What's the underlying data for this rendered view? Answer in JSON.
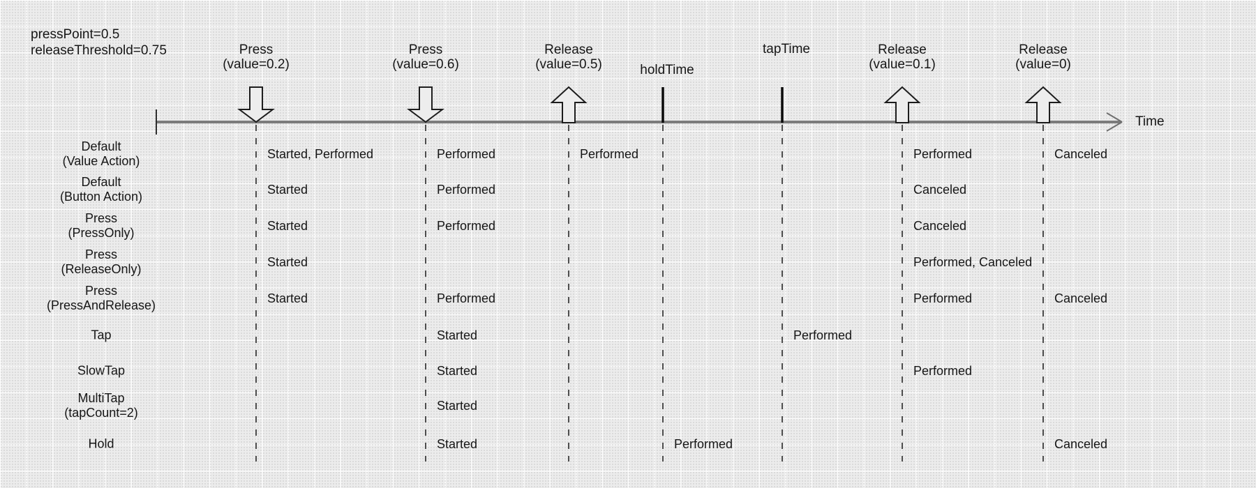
{
  "config": {
    "press_point": "pressPoint=0.5",
    "release_threshold": "releaseThreshold=0.75"
  },
  "time_axis": {
    "label": "Time"
  },
  "markers": [
    {
      "id": "press-0.2",
      "kind": "press-down-arrow",
      "title": "Press",
      "subtitle": "(value=0.2)"
    },
    {
      "id": "press-0.6",
      "kind": "press-down-arrow",
      "title": "Press",
      "subtitle": "(value=0.6)"
    },
    {
      "id": "release-0.5",
      "kind": "release-up-arrow",
      "title": "Release",
      "subtitle": "(value=0.5)"
    },
    {
      "id": "hold-time",
      "kind": "time-tick",
      "title": "holdTime",
      "subtitle": ""
    },
    {
      "id": "tap-time",
      "kind": "time-tick",
      "title": "tapTime",
      "subtitle": ""
    },
    {
      "id": "release-0.1",
      "kind": "release-up-arrow",
      "title": "Release",
      "subtitle": "(value=0.1)"
    },
    {
      "id": "release-0",
      "kind": "release-up-arrow",
      "title": "Release",
      "subtitle": "(value=0)"
    }
  ],
  "rows": [
    {
      "label_line1": "Default",
      "label_line2": "(Value Action)",
      "cells": [
        {
          "column": "press-0.2",
          "text": "Started, Performed"
        },
        {
          "column": "press-0.6",
          "text": "Performed"
        },
        {
          "column": "release-0.5",
          "text": "Performed"
        },
        {
          "column": "release-0.1",
          "text": "Performed"
        },
        {
          "column": "release-0",
          "text": "Canceled"
        }
      ]
    },
    {
      "label_line1": "Default",
      "label_line2": "(Button Action)",
      "cells": [
        {
          "column": "press-0.2",
          "text": "Started"
        },
        {
          "column": "press-0.6",
          "text": "Performed"
        },
        {
          "column": "release-0.1",
          "text": "Canceled"
        }
      ]
    },
    {
      "label_line1": "Press",
      "label_line2": "(PressOnly)",
      "cells": [
        {
          "column": "press-0.2",
          "text": "Started"
        },
        {
          "column": "press-0.6",
          "text": "Performed"
        },
        {
          "column": "release-0.1",
          "text": "Canceled"
        }
      ]
    },
    {
      "label_line1": "Press",
      "label_line2": "(ReleaseOnly)",
      "cells": [
        {
          "column": "press-0.2",
          "text": "Started"
        },
        {
          "column": "release-0.1",
          "text": "Performed, Canceled"
        }
      ]
    },
    {
      "label_line1": "Press",
      "label_line2": "(PressAndRelease)",
      "cells": [
        {
          "column": "press-0.2",
          "text": "Started"
        },
        {
          "column": "press-0.6",
          "text": "Performed"
        },
        {
          "column": "release-0.1",
          "text": "Performed"
        },
        {
          "column": "release-0",
          "text": "Canceled"
        }
      ]
    },
    {
      "label_line1": "Tap",
      "label_line2": "",
      "cells": [
        {
          "column": "press-0.6",
          "text": "Started"
        },
        {
          "column": "tap-time",
          "text": "Performed"
        }
      ]
    },
    {
      "label_line1": "SlowTap",
      "label_line2": "",
      "cells": [
        {
          "column": "press-0.6",
          "text": "Started"
        },
        {
          "column": "release-0.1",
          "text": "Performed"
        }
      ]
    },
    {
      "label_line1": "MultiTap",
      "label_line2": "(tapCount=2)",
      "cells": [
        {
          "column": "press-0.6",
          "text": "Started"
        }
      ]
    },
    {
      "label_line1": "Hold",
      "label_line2": "",
      "cells": [
        {
          "column": "press-0.6",
          "text": "Started"
        },
        {
          "column": "hold-time",
          "text": "Performed"
        },
        {
          "column": "release-0",
          "text": "Canceled"
        }
      ]
    }
  ]
}
